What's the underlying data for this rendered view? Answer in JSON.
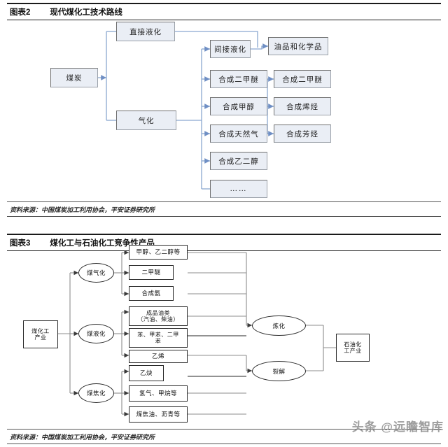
{
  "figure2": {
    "number": "图表2",
    "title": "现代煤化工技术路线",
    "source": "资料来源：中国煤炭加工利用协会，平安证券研究所",
    "nodes": {
      "coal": "煤炭",
      "direct_liquefaction": "直接液化",
      "gasification": "气化",
      "indirect_liquefaction": "间接液化",
      "synth_dme": "合成二甲醚",
      "synth_methanol": "合成甲醇",
      "synth_natural_gas": "合成天然气",
      "synth_ethylene_glycol": "合成乙二醇",
      "etc": "……",
      "oil_and_chemicals": "油品和化学品",
      "synth_dme_2": "合成二甲醚",
      "synth_olefins": "合成烯烃",
      "synth_aromatics": "合成芳烃"
    }
  },
  "figure3": {
    "number": "图表3",
    "title": "煤化工与石油化工竞争性产品",
    "source": "资料来源：中国煤炭加工利用协会，平安证券研究所",
    "nodes": {
      "coal_chemical_industry": "煤化工\n产业",
      "coal_gasification": "煤气化",
      "coal_liquefaction": "煤液化",
      "coal_coking": "煤焦化",
      "methanol_glycol": "甲醇、乙二醇等",
      "dme": "二甲醚",
      "ammonia": "合成氨",
      "refined_oils": "成品油类\n（汽油、柴油）",
      "btx": "苯、甲苯、二甲\n苯",
      "ethylene": "乙烯",
      "acetylene": "乙炔",
      "hydrogen_methane": "氢气、甲烷等",
      "coal_tar_pitch": "煤焦油、沥青等",
      "refining": "炼化",
      "cracking": "裂解",
      "petrochemical_industry": "石油化\n工产业"
    }
  },
  "watermark": "头条 @远瞻智库",
  "colors": {
    "box_fill_fig2": "#eaeef5",
    "box_border_fig2": "#6f6f6f",
    "connector_fig2": "#8aa7d0",
    "box_border_fig3": "#2b2b2b",
    "connector_fig3": "#8c8c8c",
    "rule": "#1a1a1a"
  }
}
